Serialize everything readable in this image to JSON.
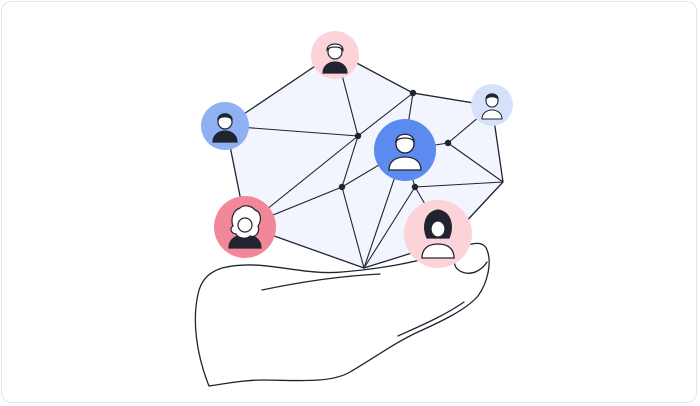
{
  "illustration": {
    "colors": {
      "stroke": "#1f2430",
      "network_fill": "#f2f5fd",
      "pink_light": "#fbd3d8",
      "pink_strong": "#f2879a",
      "blue_light": "#d6e2fb",
      "blue_mid": "#8fb0f3",
      "blue_strong": "#5b8bef"
    },
    "avatars": [
      {
        "name": "avatar-top",
        "bg": "pink_light"
      },
      {
        "name": "avatar-left",
        "bg": "blue_mid"
      },
      {
        "name": "avatar-center",
        "bg": "blue_strong"
      },
      {
        "name": "avatar-right",
        "bg": "blue_light"
      },
      {
        "name": "avatar-bottom-left",
        "bg": "pink_strong"
      },
      {
        "name": "avatar-bottom-right",
        "bg": "pink_light"
      }
    ]
  }
}
